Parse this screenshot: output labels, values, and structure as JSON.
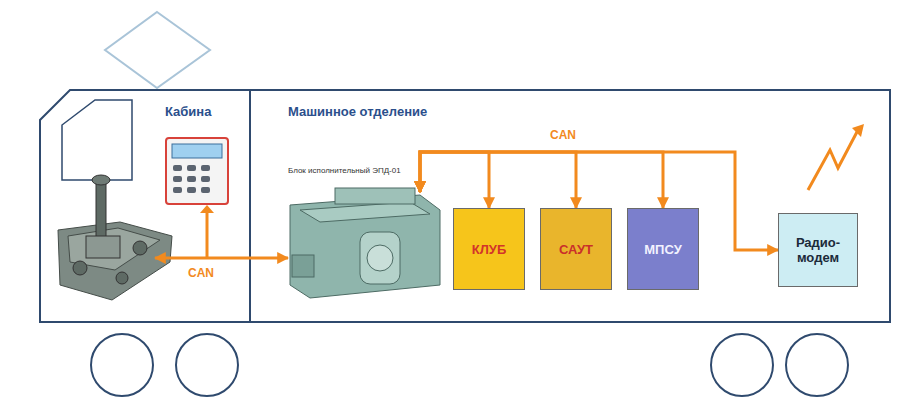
{
  "diagram": {
    "nodes": [
      {
        "text": [
          "Кабина"
        ]
      },
      {
        "text": [
          "Машинное отделение"
        ]
      },
      {
        "text": [
          "Блок исполнительный ЭПД-01"
        ],
        "in": 1
      },
      {
        "text": [
          "КЛУБ"
        ],
        "in": 1
      },
      {
        "text": [
          "САУТ"
        ],
        "in": 1
      },
      {
        "text": [
          "МПСУ"
        ],
        "in": 1
      },
      {
        "text": [
          "Радио- модем"
        ],
        "in": 1
      }
    ],
    "edges": [
      {
        "from": 0,
        "to": 2,
        "arrow": "both",
        "label": "CAN"
      },
      {
        "from": 2,
        "to": 3,
        "arrow": "both",
        "label": "CAN"
      },
      {
        "from": 2,
        "to": 4,
        "arrow": "both"
      },
      {
        "from": 2,
        "to": 5,
        "arrow": "both"
      },
      {
        "from": 2,
        "to": 6,
        "arrow": "both"
      }
    ]
  }
}
